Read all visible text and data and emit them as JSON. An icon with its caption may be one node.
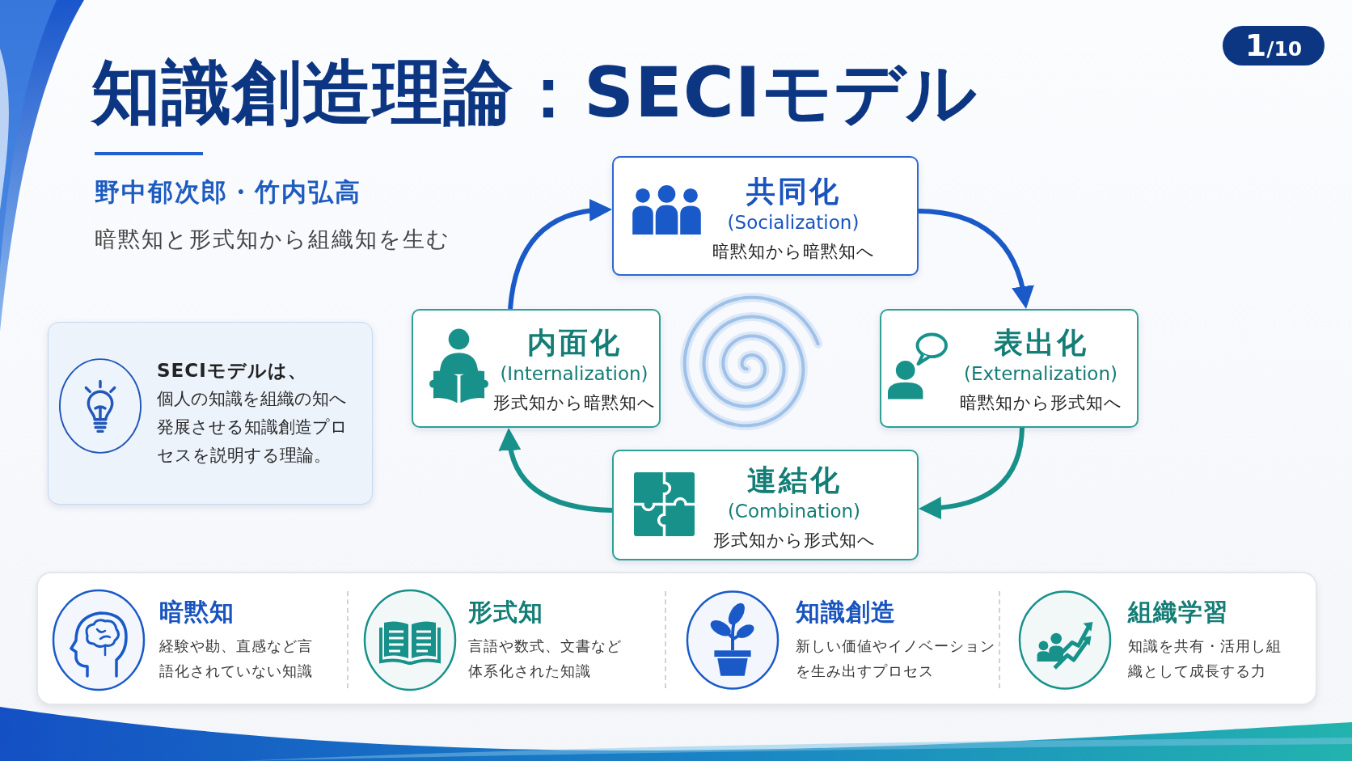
{
  "diagram": {
    "title": "知識創造理論：SECIモデル",
    "nodes": [
      {
        "text": [
          "**1**/10"
        ]
      },
      {
        "text": [
          "共同化",
          "(Socialization)",
          "暗黙知から暗黙知へ"
        ]
      },
      {
        "text": [
          "SECIモデルは、",
          "個人の知識を組織の知へ発展させる知識創造プロセスを説明する理論。"
        ]
      },
      {
        "text": [
          "内面化",
          "(Internalization)",
          "形式知から暗黙知へ"
        ]
      },
      {
        "text": [
          "表出化",
          "(Externalization)",
          "暗黙知から形式知へ"
        ]
      },
      {
        "text": [
          "連結化",
          "(Combination)",
          "形式知から形式知へ"
        ]
      },
      {
        "text": [
          "暗黙知",
          "経験や勘、直感など言語化されていない知識",
          "形式知",
          "言語や数式、文書など体系化された知識",
          "知識創造",
          "新しい価値やイノベーションを生み出すプロセス",
          "組織学習",
          "知識を共有・活用し組織として成長する力"
        ]
      }
    ],
    "edges": [
      {
        "from": 3,
        "to": 1,
        "arrow": "to"
      },
      {
        "from": 1,
        "to": 4,
        "arrow": "to"
      },
      {
        "from": 4,
        "to": 5,
        "arrow": "to",
        "color": "#17918a"
      },
      {
        "from": 5,
        "to": 3,
        "arrow": "to",
        "color": "#17918a"
      }
    ],
    "labels": [
      "野中郁次郎・竹内弘高",
      "暗黙知と形式知から組織知を生む"
    ]
  }
}
